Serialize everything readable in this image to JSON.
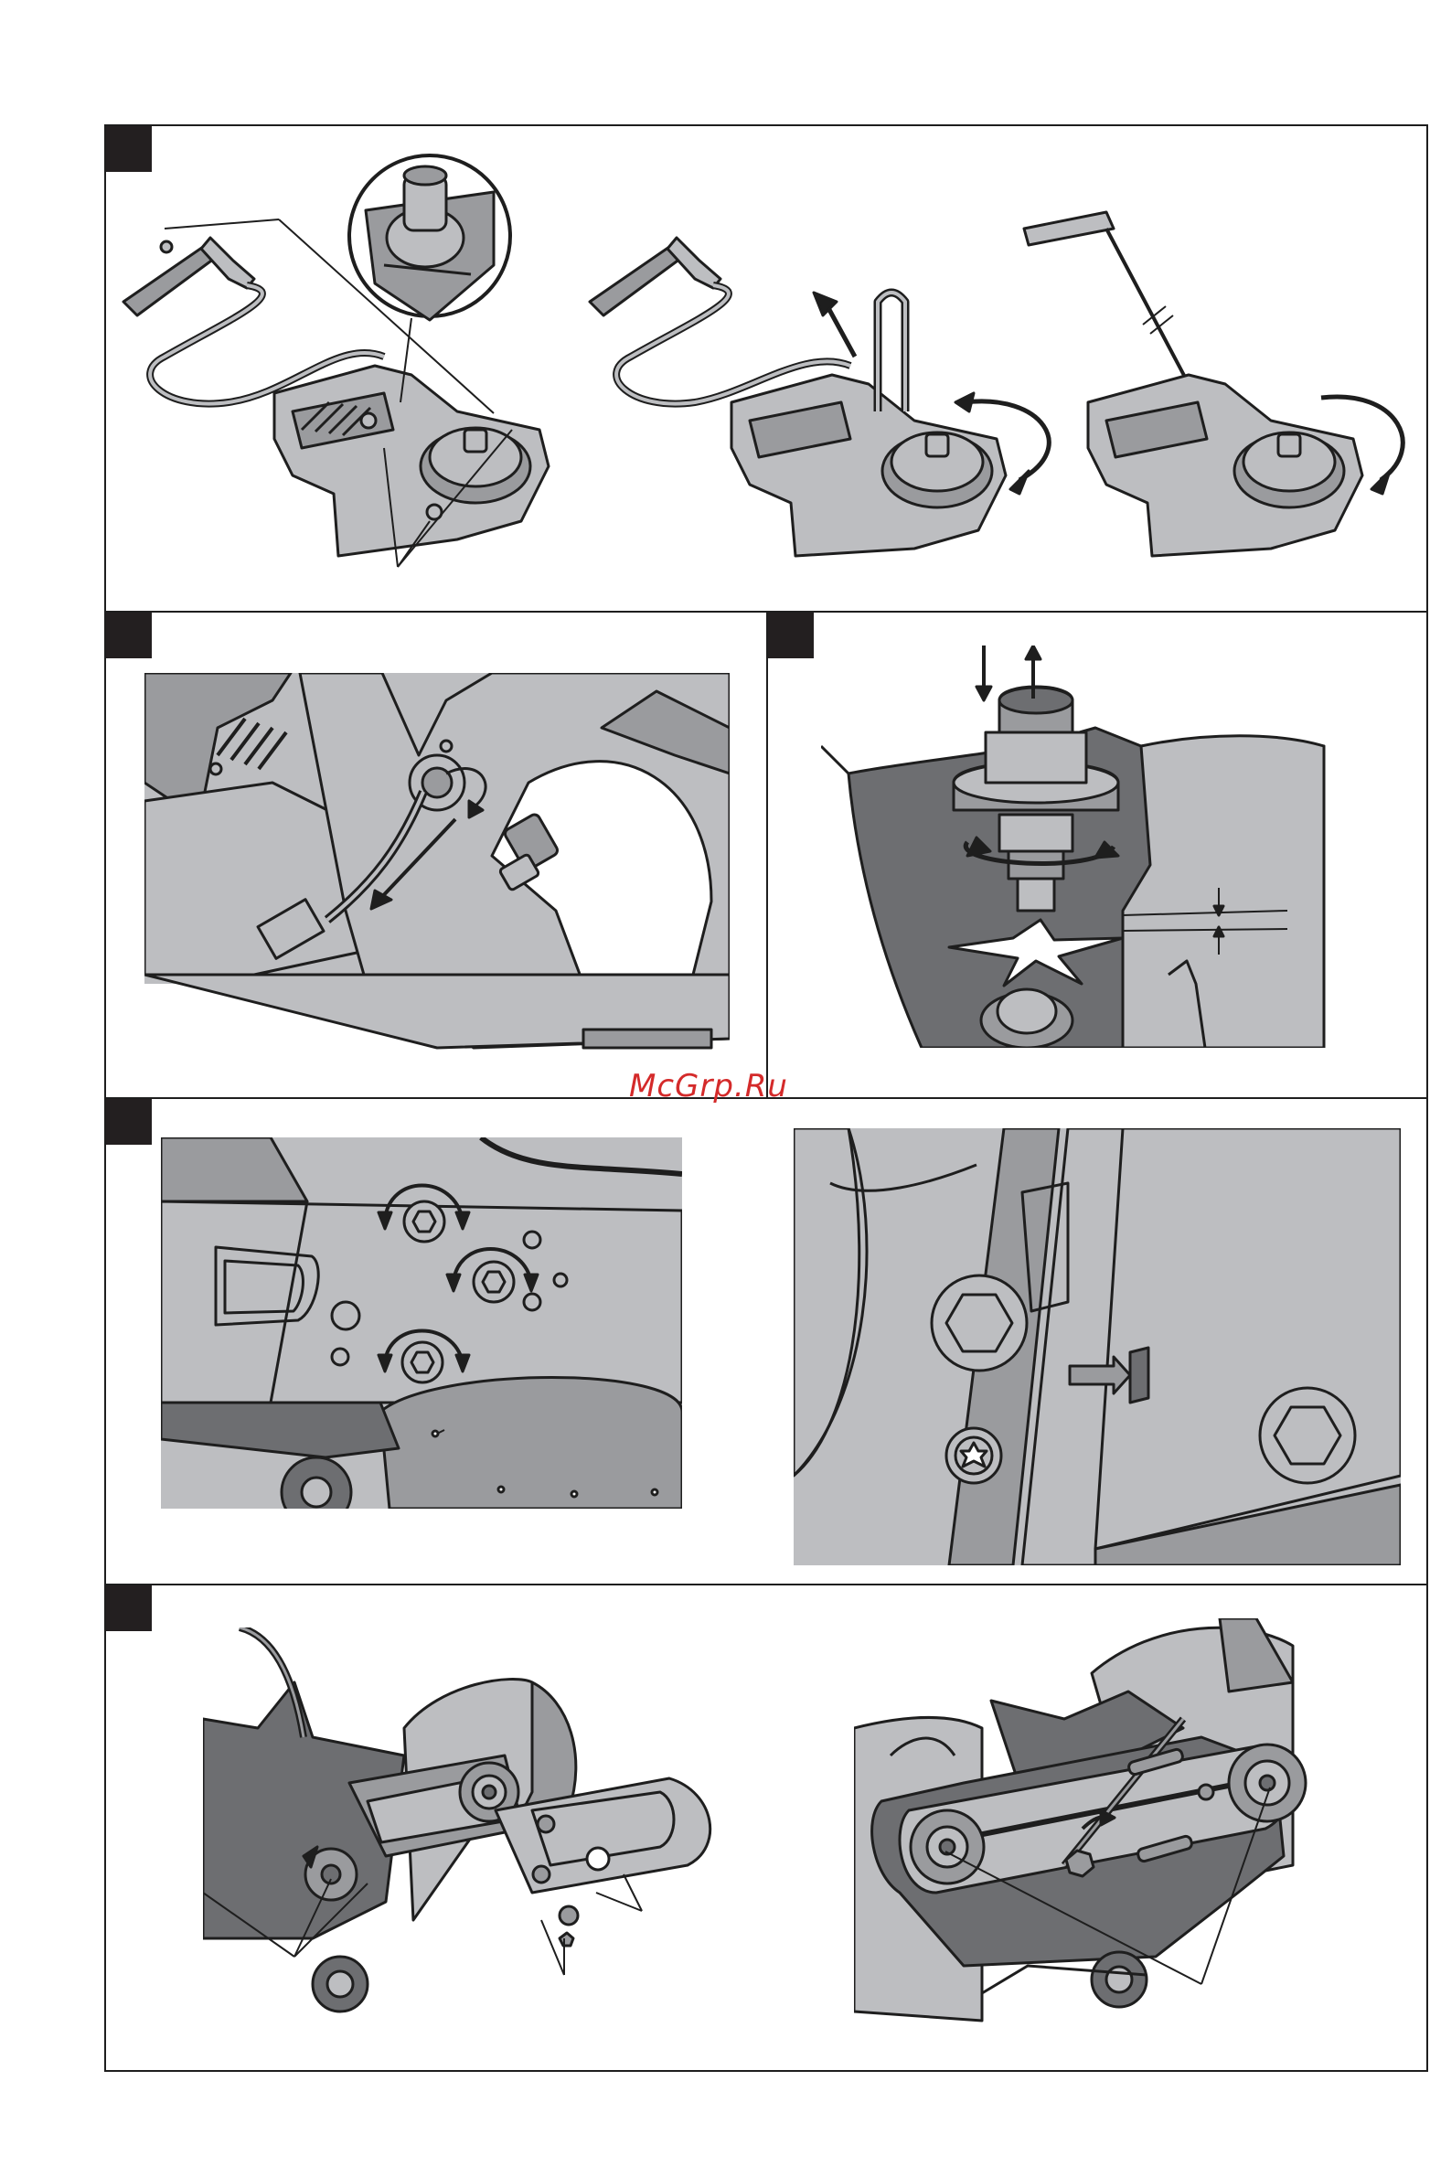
{
  "watermark": {
    "text": "McGrp.Ru",
    "color": "#d42a2a"
  },
  "colors": {
    "line": "#1e1e1e",
    "light_gray": "#bdbec1",
    "mid_gray": "#9a9b9e",
    "dark_gray": "#6d6e71",
    "marker": "#231f20"
  },
  "figures": [
    {
      "id": "fig-1",
      "icon": "starter-cable-assembly"
    },
    {
      "id": "fig-2",
      "icon": "cable-routing-arm"
    },
    {
      "id": "fig-3",
      "icon": "carburettor-adjuster-spark"
    },
    {
      "id": "fig-4",
      "icon": "arm-nuts-rotation"
    },
    {
      "id": "fig-4b",
      "icon": "alignment-mark-arrow"
    },
    {
      "id": "fig-5",
      "icon": "belt-tension-left"
    },
    {
      "id": "fig-5b",
      "icon": "belt-tension-right"
    }
  ]
}
